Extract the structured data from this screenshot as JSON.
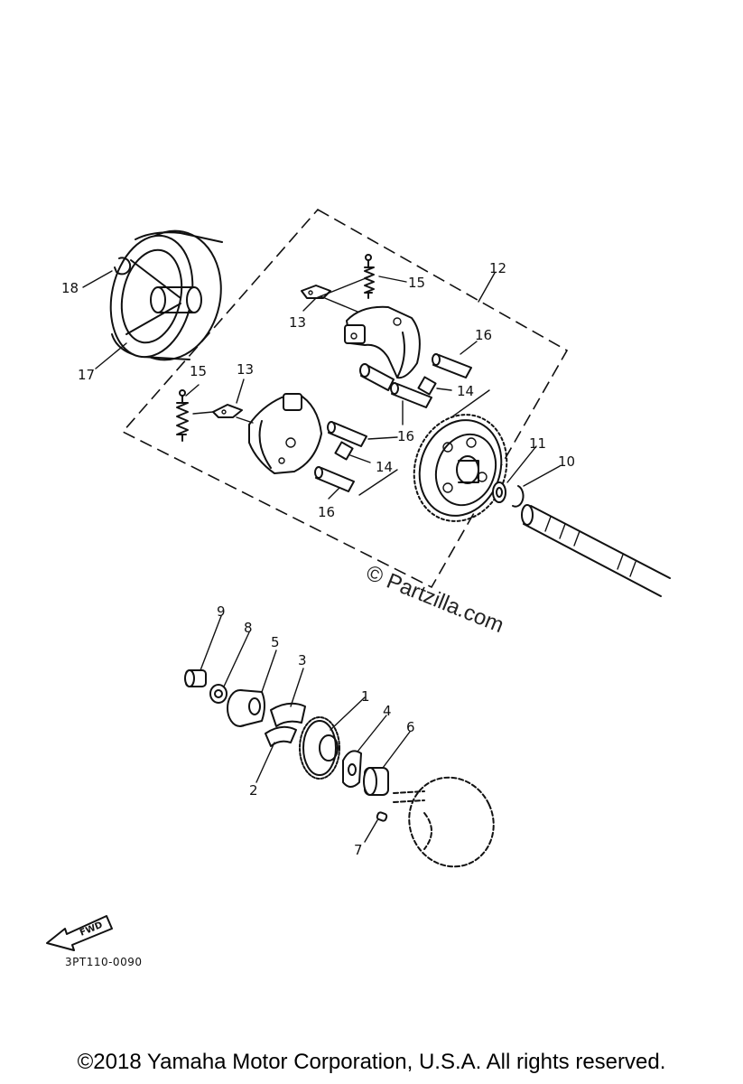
{
  "diagram": {
    "code": "3PT110-0090",
    "fwd_label": "FWD",
    "watermark": "© Partzilla.com",
    "callouts": [
      "1",
      "2",
      "3",
      "4",
      "5",
      "6",
      "7",
      "8",
      "9",
      "10",
      "11",
      "12",
      "13",
      "13",
      "14",
      "14",
      "15",
      "15",
      "16",
      "16",
      "16",
      "17",
      "18"
    ]
  },
  "footer": {
    "copyright": "©2018 Yamaha Motor Corporation, U.S.A. All rights reserved."
  },
  "icons": [
    "fwd-arrow-icon"
  ],
  "colors": {
    "ink": "#111111",
    "background": "#ffffff"
  }
}
